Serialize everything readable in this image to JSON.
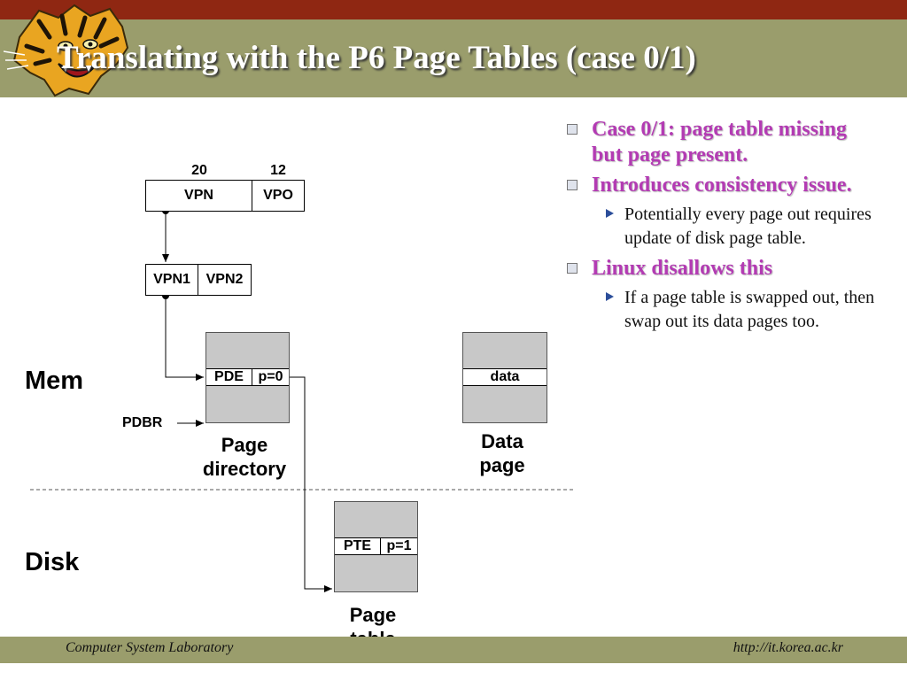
{
  "slide": {
    "title": "Translating with the P6 Page Tables (case 0/1)",
    "logo_icon": "tiger-icon"
  },
  "bullets": [
    {
      "level": 1,
      "text": "Case 0/1: page table missing but page present."
    },
    {
      "level": 1,
      "text": "Introduces consistency issue."
    },
    {
      "level": 2,
      "text": "Potentially every page out requires update of disk page table."
    },
    {
      "level": 1,
      "text": "Linux disallows this"
    },
    {
      "level": 2,
      "text": "If a page table is swapped out, then swap out its data pages too."
    }
  ],
  "diagram": {
    "vpn_bits": "20",
    "vpo_bits": "12",
    "vpn": "VPN",
    "vpo": "VPO",
    "vpn1": "VPN1",
    "vpn2": "VPN2",
    "pde": "PDE",
    "pde_flag": "p=0",
    "pte": "PTE",
    "pte_flag": "p=1",
    "data": "data",
    "pdbr": "PDBR",
    "mem": "Mem",
    "disk": "Disk",
    "page_directory_l1": "Page",
    "page_directory_l2": "directory",
    "data_page_l1": "Data",
    "data_page_l2": "page",
    "page_table_l1": "Page",
    "page_table_l2": "table"
  },
  "footer": {
    "left": "Computer System Laboratory",
    "right": "http://it.korea.ac.kr"
  },
  "colors": {
    "top_bar": "#8f2712",
    "title_bar": "#9a9d6c",
    "bullet_heading": "#b33bb3",
    "arrow_bullet": "#2c4e9a"
  }
}
